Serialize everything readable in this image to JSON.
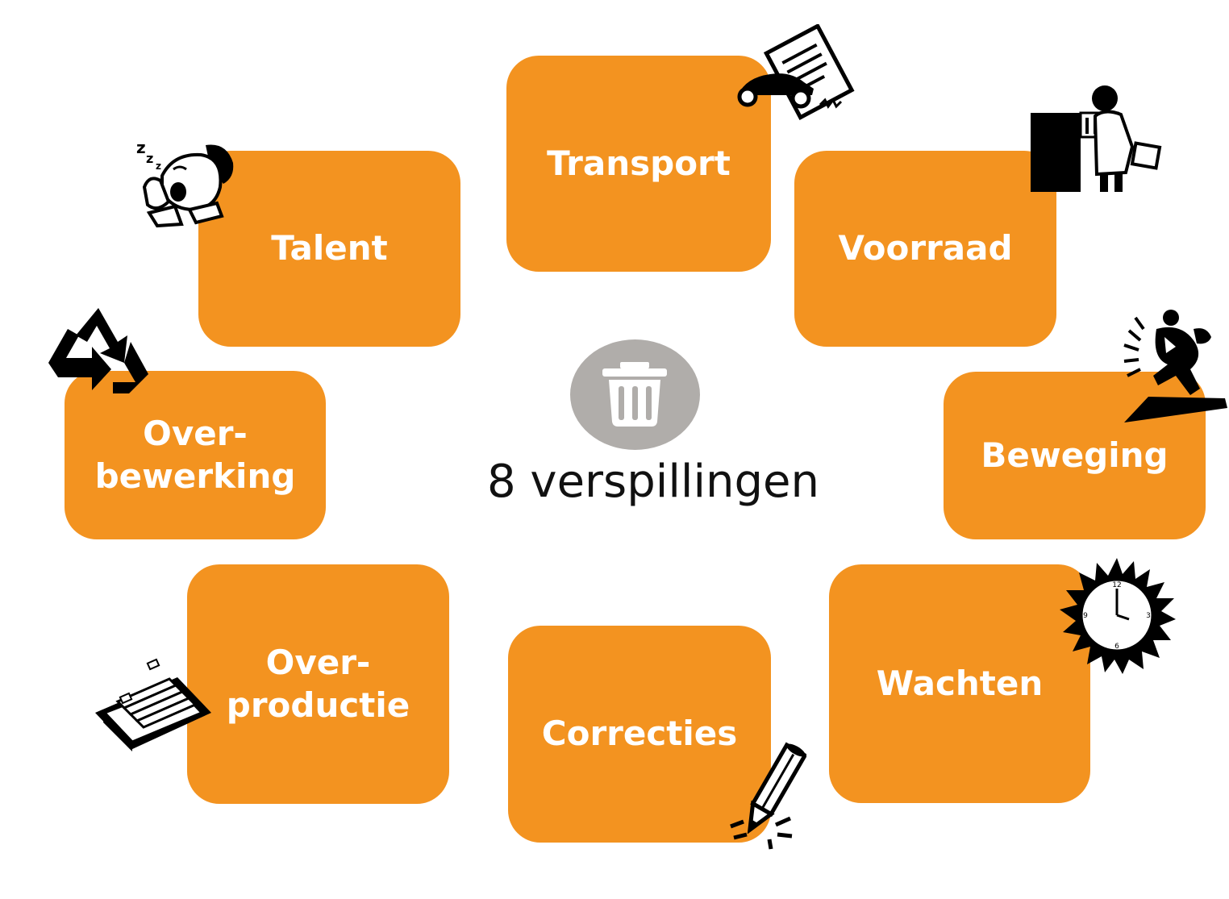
{
  "center": {
    "title": "8 verspillingen",
    "icon": "trash-icon",
    "circle_color": "#b0adaa"
  },
  "accent_color": "#f39320",
  "wastes": [
    {
      "label": "Transport",
      "icon": "car-document-icon"
    },
    {
      "label": "Voorraad",
      "icon": "warehouse-worker-icon"
    },
    {
      "label": "Beweging",
      "icon": "running-man-icon"
    },
    {
      "label": "Wachten",
      "icon": "clock-icon"
    },
    {
      "label": "Correcties",
      "icon": "pencil-icon"
    },
    {
      "label_line1": "Over-",
      "label_line2": "productie",
      "icon": "card-file-box-icon"
    },
    {
      "label_line1": "Over-",
      "label_line2": "bewerking",
      "icon": "recycle-icon"
    },
    {
      "label": "Talent",
      "icon": "yawning-man-icon"
    }
  ]
}
